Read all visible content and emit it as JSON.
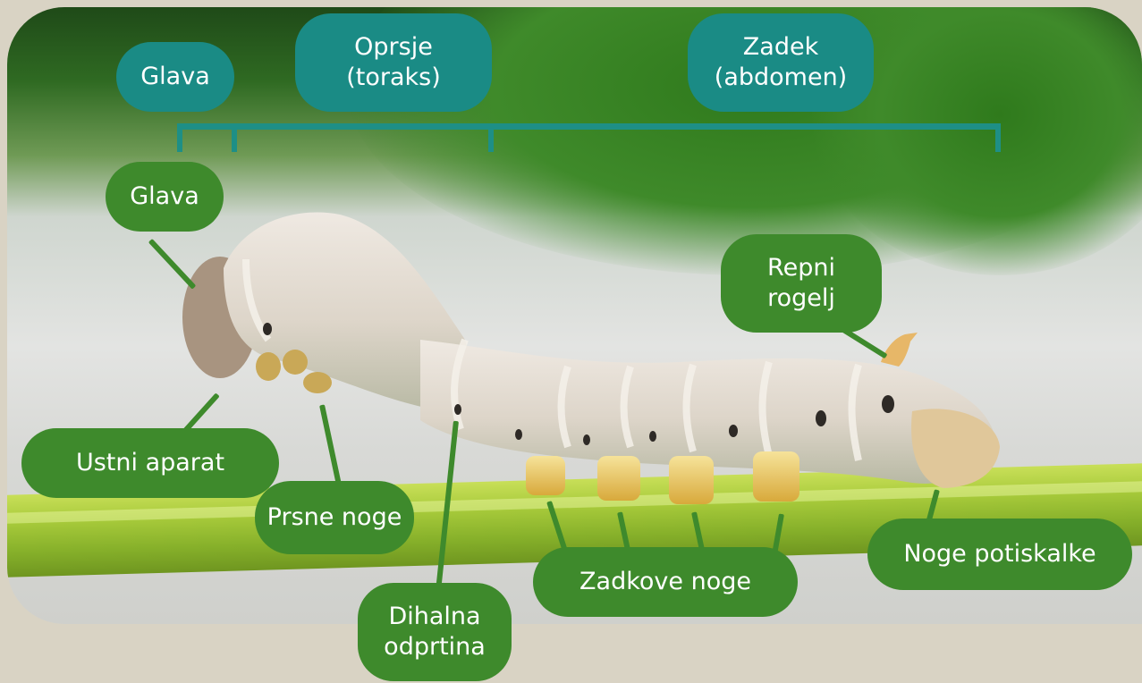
{
  "segments": {
    "head": "Glava",
    "thorax": [
      "Oprsje",
      "(toraks)"
    ],
    "abdomen": [
      "Zadek",
      "(abdomen)"
    ]
  },
  "labels": {
    "head": "Glava",
    "horn": [
      "Repni",
      "rogelj"
    ],
    "mouthparts": "Ustni aparat",
    "thoracic_legs": "Prsne noge",
    "spiracle": [
      "Dihalna",
      "odprtina"
    ],
    "prolegs": "Zadkove noge",
    "anal_prolegs": "Noge potiskalke"
  },
  "colors": {
    "background": "#d9d3c4",
    "segment_pill": "#1a8b85",
    "label_pill": "#3e8a2c",
    "bracket": "#1e8f86"
  }
}
